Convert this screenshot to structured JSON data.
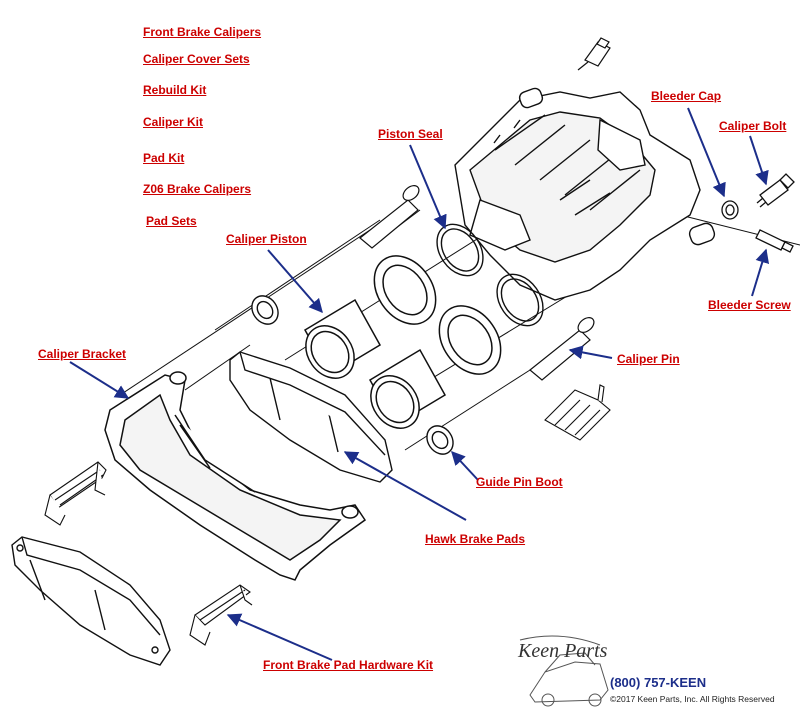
{
  "links": {
    "front_brake_calipers": "Front Brake Calipers",
    "caliper_cover_sets": "Caliper Cover Sets",
    "rebuild_kit": "Rebuild Kit",
    "caliper_kit": "Caliper Kit",
    "pad_kit": "Pad Kit",
    "z06_brake_calipers": "Z06 Brake Calipers",
    "pad_sets": "Pad Sets"
  },
  "callouts": {
    "piston_seal": "Piston Seal",
    "caliper_piston": "Caliper Piston",
    "caliper_bracket": "Caliper Bracket",
    "bleeder_cap": "Bleeder Cap",
    "caliper_bolt": "Caliper Bolt",
    "bleeder_screw": "Bleeder Screw",
    "caliper_pin": "Caliper Pin",
    "guide_pin_boot": "Guide Pin Boot",
    "hawk_brake_pads": "Hawk Brake Pads",
    "front_brake_pad_hardware_kit": "Front Brake Pad Hardware Kit"
  },
  "brand": {
    "logo_text": "Keen Parts",
    "phone": "(800) 757-KEEN",
    "copyright": "©2017 Keen Parts, Inc. All Rights Reserved"
  },
  "colors": {
    "link": "#cc0000",
    "arrow": "#1c2e8a",
    "line": "#111111"
  }
}
